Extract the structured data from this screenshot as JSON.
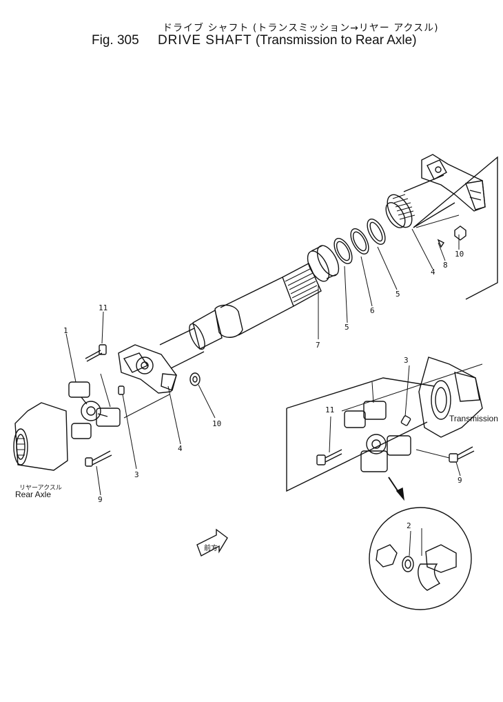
{
  "title": {
    "figure": "Fig. 305",
    "jp": "ドライブ シャフト (トランスミッション→リヤー アクスル)",
    "en_name": "DRIVE SHAFT",
    "en_sub": "(Transmission to Rear Axle)"
  },
  "callouts": [
    "1",
    "2",
    "3",
    "3",
    "4",
    "4",
    "5",
    "5",
    "6",
    "7",
    "8",
    "9",
    "9",
    "10",
    "10",
    "11",
    "11"
  ],
  "labels": {
    "transmission": "Transmission",
    "rear_axle_jp": "リヤーアクスル",
    "rear_axle_en": "Rear Axle",
    "front_arrow": "前方"
  }
}
